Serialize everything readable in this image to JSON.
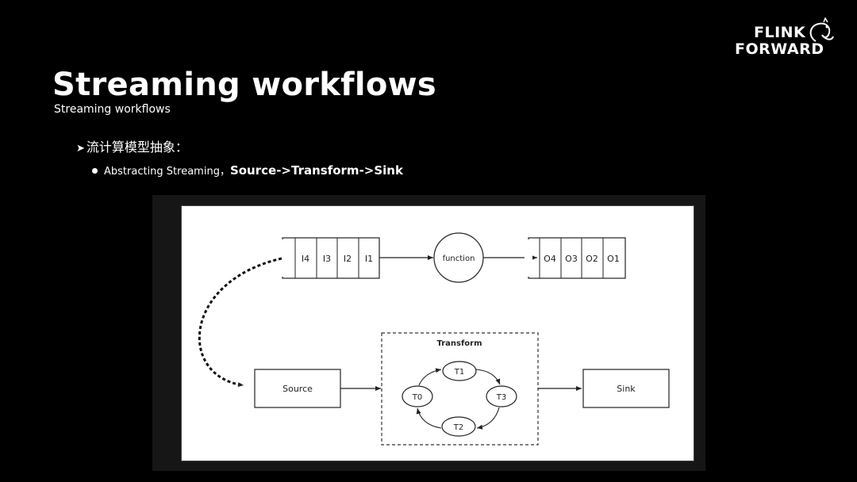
{
  "logo": {
    "line1": "FLINK",
    "line2": "FORWARD"
  },
  "slide": {
    "title": "Streaming workflows",
    "subtitle": "Streaming workflows",
    "bullet1": "流计算模型抽象：",
    "bullet2_text": "Abstracting Streaming，",
    "bullet2_strong": "Source->Transform->Sink"
  },
  "diagram": {
    "inputs": [
      "I4",
      "I3",
      "I2",
      "I1"
    ],
    "function": "function",
    "outputs": [
      "O4",
      "O3",
      "O2",
      "O1"
    ],
    "source": "Source",
    "transform": "Transform",
    "t_nodes": [
      "T0",
      "T1",
      "T2",
      "T3"
    ],
    "sink": "Sink"
  }
}
